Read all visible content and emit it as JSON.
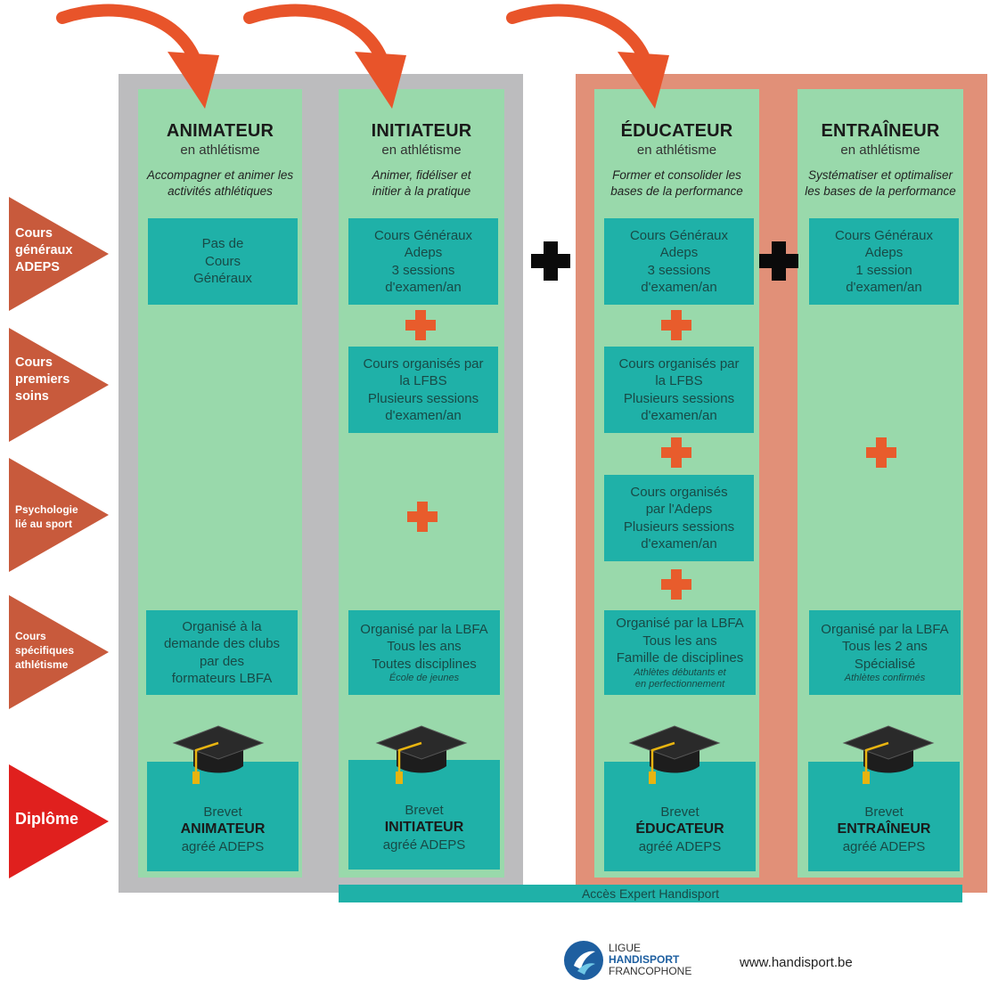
{
  "columns": [
    {
      "title": "ANIMATEUR",
      "subtitle": "en athlétisme",
      "description": "Accompagner et animer les activités athlétiques"
    },
    {
      "title": "INITIATEUR",
      "subtitle": "en athlétisme",
      "description": "Animer, fidéliser et initier à la pratique"
    },
    {
      "title": "ÉDUCATEUR",
      "subtitle": "en athlétisme",
      "description": "Former et consolider les bases de la performance"
    },
    {
      "title": "ENTRAÎNEUR",
      "subtitle": "en athlétisme",
      "description": "Systématiser et optimaliser les bases de la performance"
    }
  ],
  "rows": [
    {
      "lines": [
        "Cours",
        "généraux",
        "ADEPS"
      ]
    },
    {
      "lines": [
        "Cours",
        "premiers",
        "soins"
      ]
    },
    {
      "lines": [
        "Psychologie",
        "lié au sport"
      ]
    },
    {
      "lines": [
        "Cours",
        "spécifiques",
        "athlétisme"
      ]
    },
    {
      "lines": [
        "Diplôme"
      ]
    }
  ],
  "boxes": {
    "anim_general": [
      "Pas de",
      "Cours",
      "Généraux"
    ],
    "init_general": [
      "Cours Généraux",
      "Adeps",
      "3 sessions",
      "d'examen/an"
    ],
    "educ_general": [
      "Cours Généraux",
      "Adeps",
      "3 sessions",
      "d'examen/an"
    ],
    "entr_general": [
      "Cours Généraux",
      "Adeps",
      "1 session",
      "d'examen/an"
    ],
    "init_soins": [
      "Cours organisés par",
      "la LFBS",
      "Plusieurs sessions",
      "d'examen/an"
    ],
    "educ_soins": [
      "Cours organisés par",
      "la LFBS",
      "Plusieurs sessions",
      "d'examen/an"
    ],
    "educ_psycho": [
      "Cours organisés",
      "par l'Adeps",
      "Plusieurs sessions",
      "d'examen/an"
    ],
    "anim_spec": [
      "Organisé à la",
      "demande des clubs",
      "par des",
      "formateurs LBFA"
    ],
    "init_spec": {
      "lines": [
        "Organisé par la LBFA",
        "Tous les ans",
        "Toutes disciplines"
      ],
      "note": "École de jeunes"
    },
    "educ_spec": {
      "lines": [
        "Organisé par la LBFA",
        "Tous les ans",
        "Famille de disciplines"
      ],
      "note": [
        "Athlètes débutants et",
        "en perfectionnement"
      ]
    },
    "entr_spec": {
      "lines": [
        "Organisé par la LBFA",
        "Tous les 2 ans",
        "Spécialisé"
      ],
      "note": "Athlètes confirmés"
    }
  },
  "diplomas": [
    {
      "pre": "Brevet",
      "name": "ANIMATEUR",
      "post": "agréé ADEPS"
    },
    {
      "pre": "Brevet",
      "name": "INITIATEUR",
      "post": "agréé ADEPS"
    },
    {
      "pre": "Brevet",
      "name": "ÉDUCATEUR",
      "post": "agréé ADEPS"
    },
    {
      "pre": "Brevet",
      "name": "ENTRAÎNEUR",
      "post": "agréé ADEPS"
    }
  ],
  "expert_bar": "Accès Expert Handisport",
  "logo": {
    "line1": "LIGUE",
    "line2": "HANDISPORT",
    "line3": "FRANCOPHONE"
  },
  "website": "www.handisport.be",
  "colors": {
    "grey_band": "#bcbcbe",
    "salmon_band": "#e19078",
    "column": "#99d9ab",
    "box": "#1fb1a8",
    "plus": "#e85c2c",
    "arrow": "#e8542a",
    "row_label": "#c85a3c",
    "diploma_label": "#e0201e"
  }
}
